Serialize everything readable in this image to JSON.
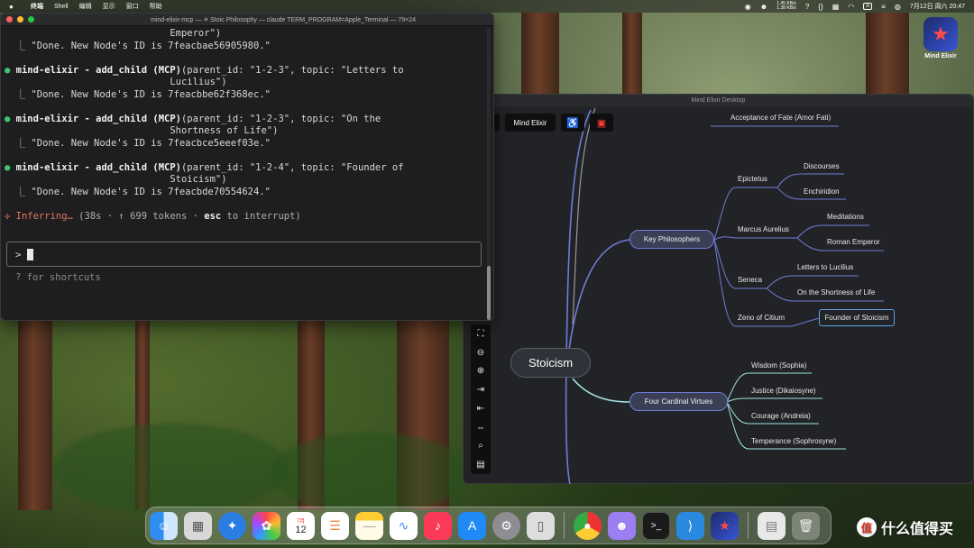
{
  "menubar": {
    "app_name": "终端",
    "menus": [
      "Shell",
      "编辑",
      "显示",
      "窗口",
      "帮助"
    ],
    "net_up": "1.45 KB/s",
    "net_down": "1.38 KB/s",
    "input_method": "A",
    "datetime": "7月12日 周六  20:47"
  },
  "terminal": {
    "title": "mind-elixir-mcp — ✳ Stoic Philosophy — claude TERM_PROGRAM=Apple_Terminal — 79×24",
    "lines": [
      {
        "kind": "cont",
        "text": "                             Emperor\")"
      },
      {
        "kind": "result",
        "text": "  ⎿ \"Done. New Node's ID is 7feacbae56905980.\""
      },
      {
        "kind": "gap",
        "text": ""
      },
      {
        "kind": "call",
        "name": "mind-elixir - add_child (MCP)",
        "args": "(parent_id: \"1-2-3\", topic: \"Letters to"
      },
      {
        "kind": "cont",
        "text": "                             Lucilius\")"
      },
      {
        "kind": "result",
        "text": "  ⎿ \"Done. New Node's ID is 7feacbbe62f368ec.\""
      },
      {
        "kind": "gap",
        "text": ""
      },
      {
        "kind": "call",
        "name": "mind-elixir - add_child (MCP)",
        "args": "(parent_id: \"1-2-3\", topic: \"On the"
      },
      {
        "kind": "cont",
        "text": "                             Shortness of Life\")"
      },
      {
        "kind": "result",
        "text": "  ⎿ \"Done. New Node's ID is 7feacbce5eeef03e.\""
      },
      {
        "kind": "gap",
        "text": ""
      },
      {
        "kind": "call",
        "name": "mind-elixir - add_child (MCP)",
        "args": "(parent_id: \"1-2-4\", topic: \"Founder of"
      },
      {
        "kind": "cont",
        "text": "                             Stoicism\")"
      },
      {
        "kind": "result",
        "text": "  ⎿ \"Done. New Node's ID is 7feacbde70554624.\""
      },
      {
        "kind": "gap",
        "text": ""
      },
      {
        "kind": "status",
        "star": "✢",
        "word": "Inferring…",
        "detail": " (38s · ↑ 699 tokens · ",
        "key": "esc",
        "tail": " to interrupt)"
      }
    ],
    "prompt_symbol": ">",
    "shortcut_hint": "? for shortcuts"
  },
  "mind": {
    "window_title": "Mind Elixir Desktop",
    "toolbar_title": "Mind Elixir",
    "root": "Stoicism",
    "top_fragment": "Acceptance of Fate (Amor Fati)",
    "branch1": "Key Philosophers",
    "branch2": "Four Cardinal Virtues",
    "philosophers": {
      "epictetus": "Epictetus",
      "discourses": "Discourses",
      "enchiridion": "Enchiridion",
      "marcus": "Marcus Aurelius",
      "meditations": "Meditations",
      "roman_emperor": "Roman Emperor",
      "seneca": "Seneca",
      "letters": "Letters to Lucilius",
      "shortness": "On the Shortness of Life",
      "zeno": "Zeno of Citium",
      "founder": "Founder of Stoicism"
    },
    "virtues": {
      "wisdom": "Wisdom (Sophia)",
      "justice": "Justice (Dikaiosyne)",
      "courage": "Courage (Andreia)",
      "temperance": "Temperance (Sophrosyne)"
    },
    "colors": {
      "branch_blue": "#6f7cd8",
      "branch_teal": "#9fe3e0",
      "selected": "#5ea2e6",
      "save": "#ff3b30"
    }
  },
  "desktop": {
    "app_icon_label": "Mind Elixir"
  },
  "dock": {
    "calendar_month": "7月",
    "calendar_day": "12"
  },
  "watermark": {
    "badge": "值",
    "text": "什么值得买"
  }
}
